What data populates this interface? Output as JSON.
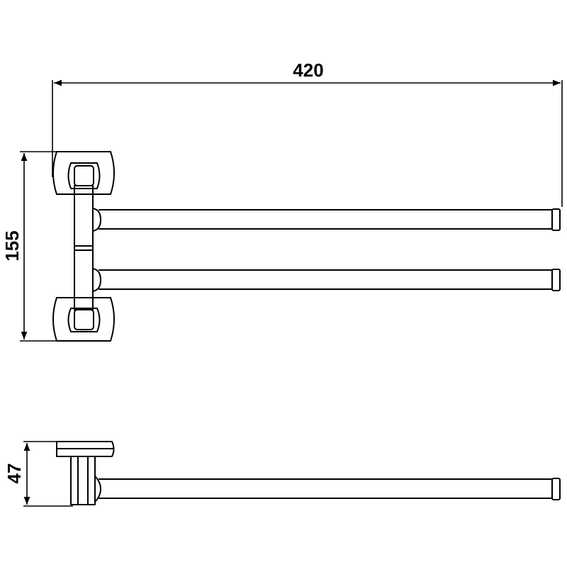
{
  "dimensions": {
    "length": "420",
    "height_front": "155",
    "height_side": "47"
  }
}
